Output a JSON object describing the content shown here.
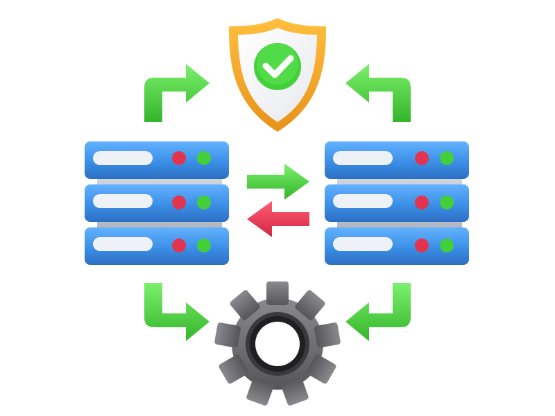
{
  "diagram": {
    "nodes": [
      {
        "id": "security-shield",
        "icon": "shield-check-icon"
      },
      {
        "id": "server-left",
        "icon": "server-rack-icon",
        "units": 3
      },
      {
        "id": "server-right",
        "icon": "server-rack-icon",
        "units": 3
      },
      {
        "id": "settings-gear",
        "icon": "gear-icon"
      }
    ],
    "edges": [
      {
        "from": "server-left",
        "to": "security-shield",
        "color": "green"
      },
      {
        "from": "server-right",
        "to": "security-shield",
        "color": "green"
      },
      {
        "from": "server-left",
        "to": "server-right",
        "color": "green"
      },
      {
        "from": "server-right",
        "to": "server-left",
        "color": "red"
      },
      {
        "from": "server-left",
        "to": "settings-gear",
        "color": "green"
      },
      {
        "from": "server-right",
        "to": "settings-gear",
        "color": "green"
      }
    ]
  },
  "colors": {
    "arrow_green": "#49d23f",
    "arrow_red": "#e5334f",
    "server_blue": "#3b93e6",
    "shield_gold": "#f2a51f",
    "gear_gray": "#6f6f72",
    "led_red": "#e3344f",
    "led_green": "#43cf3a"
  }
}
